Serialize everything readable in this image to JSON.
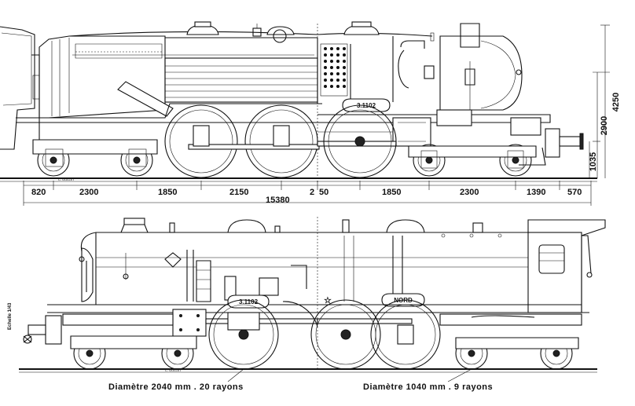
{
  "top_view": {
    "horizontal_dimensions": [
      "820",
      "2300",
      "1850",
      "2150",
      "2",
      "50",
      "1850",
      "2300",
      "1390",
      "570"
    ],
    "overall_length": "15380",
    "vertical_dimensions": [
      "1035",
      "2900",
      "4250"
    ],
    "number_plate": "3.1102",
    "signature": "C. GOLLET"
  },
  "bottom_view": {
    "number_plate": "3.1102",
    "name_plate": "NORD",
    "scale_label": "Echelle 1/43",
    "signature": "C. GOLLET",
    "caption_left": "Diamètre  2040 mm . 20 rayons",
    "caption_right": "Diamètre  1040 mm . 9 rayons"
  },
  "colors": {
    "ink": "#111111",
    "paper": "#ffffff"
  }
}
